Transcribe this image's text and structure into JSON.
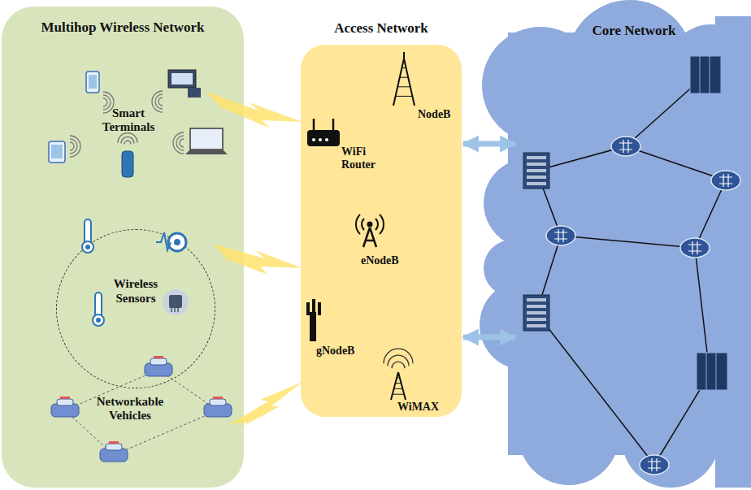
{
  "diagram": {
    "nodes": [
      {
        "text": [
          "Multihop Wireless Network"
        ]
      },
      {
        "text": [
          "Wireless Sensors"
        ],
        "in": 0
      },
      {
        "text": [
          "Access Network"
        ]
      },
      {
        "text": [
          "Core Network"
        ]
      }
    ],
    "edges": [
      {
        "from": 2,
        "to": 3,
        "arrow": "both"
      },
      {
        "from": 2,
        "to": 3,
        "arrow": "both"
      }
    ],
    "labels": [
      "Smart Terminals",
      "Networkable Vehicles",
      "NodeB",
      "WiFi Router",
      "eNodeB",
      "gNodeB",
      "WiMAX"
    ]
  }
}
